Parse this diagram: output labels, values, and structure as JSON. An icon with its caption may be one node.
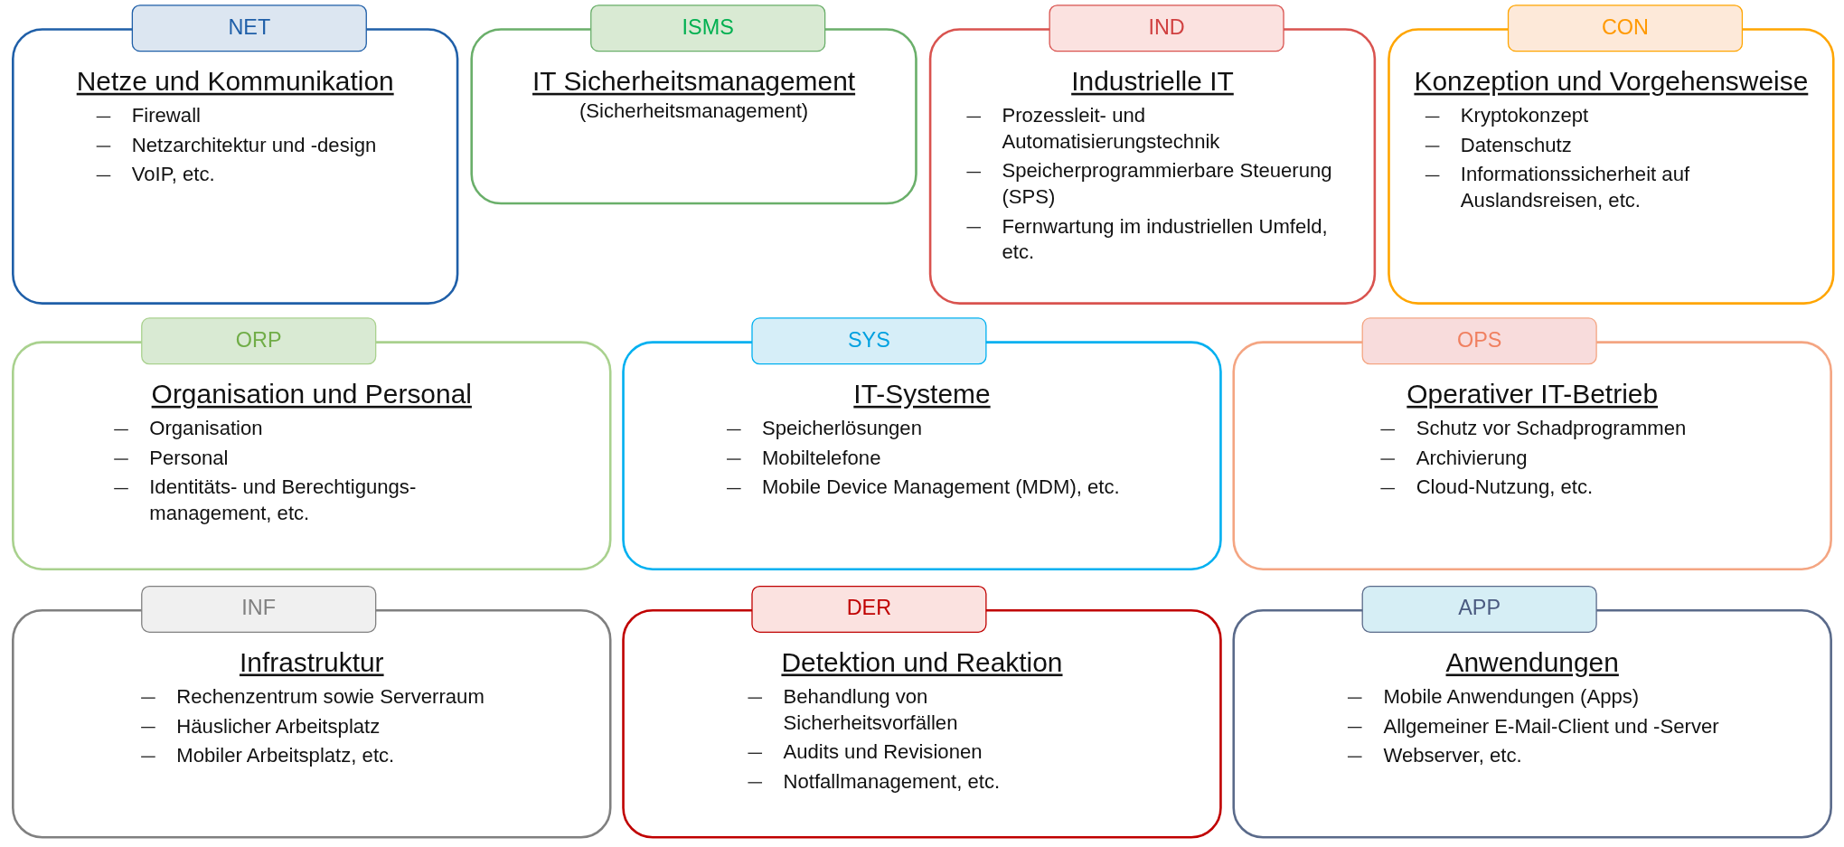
{
  "diagram": {
    "nodes": [
      {
        "text": [
          "ISMS",
          "IT Sicherheitsmanagement",
          "(Sicherheitsmanagement)"
        ]
      },
      {
        "text": [
          "ORP",
          "Organisation und Personal",
          "Organisation",
          "Personal",
          "Identitäts- und Berechtigungs-management, etc."
        ]
      },
      {
        "text": [
          "NET",
          "Netze und Kommunikation",
          "Firewall",
          "Netzarchitektur und -design",
          "VoIP, etc."
        ]
      },
      {
        "text": [
          "SYS",
          "IT-Systeme",
          "Speicherlösungen",
          "Mobiltelefone",
          "Mobile Device Management (MDM), etc."
        ]
      },
      {
        "text": [
          "OPS",
          "Operativer IT-Betrieb",
          "Schutz vor Schadprogrammen",
          "Archivierung",
          "Cloud-Nutzung, etc."
        ]
      },
      {
        "text": [
          "IND",
          "Industrielle IT",
          "Prozessleit- und Automatisierungstechnik",
          "Speicherprogrammierbare Steuerung (SPS)",
          "Fernwartung im industriellen Umfeld, etc."
        ]
      },
      {
        "text": [
          "CON",
          "Konzeption und Vorgehensweise",
          "Kryptokonzept",
          "Datenschutz",
          "Informationssicherheit auf Auslandsreisen, etc."
        ]
      },
      {
        "text": [
          "INF",
          "Infrastruktur",
          "Rechenzentrum sowie Serverraum",
          "Häuslicher Arbeitsplatz",
          "Mobiler Arbeitsplatz, etc."
        ]
      },
      {
        "text": [
          "DER",
          "Detektion und Reaktion",
          "Behandlung von Sicherheitsvorfällen",
          "Audits und Revisionen",
          "Notfallmanagement, etc."
        ]
      },
      {
        "text": [
          "APP",
          "Anwendungen",
          "Mobile Anwendungen (Apps)",
          "Allgemeiner E-Mail-Client und -Server",
          "Webserver, etc."
        ]
      }
    ],
    "edges": []
  }
}
